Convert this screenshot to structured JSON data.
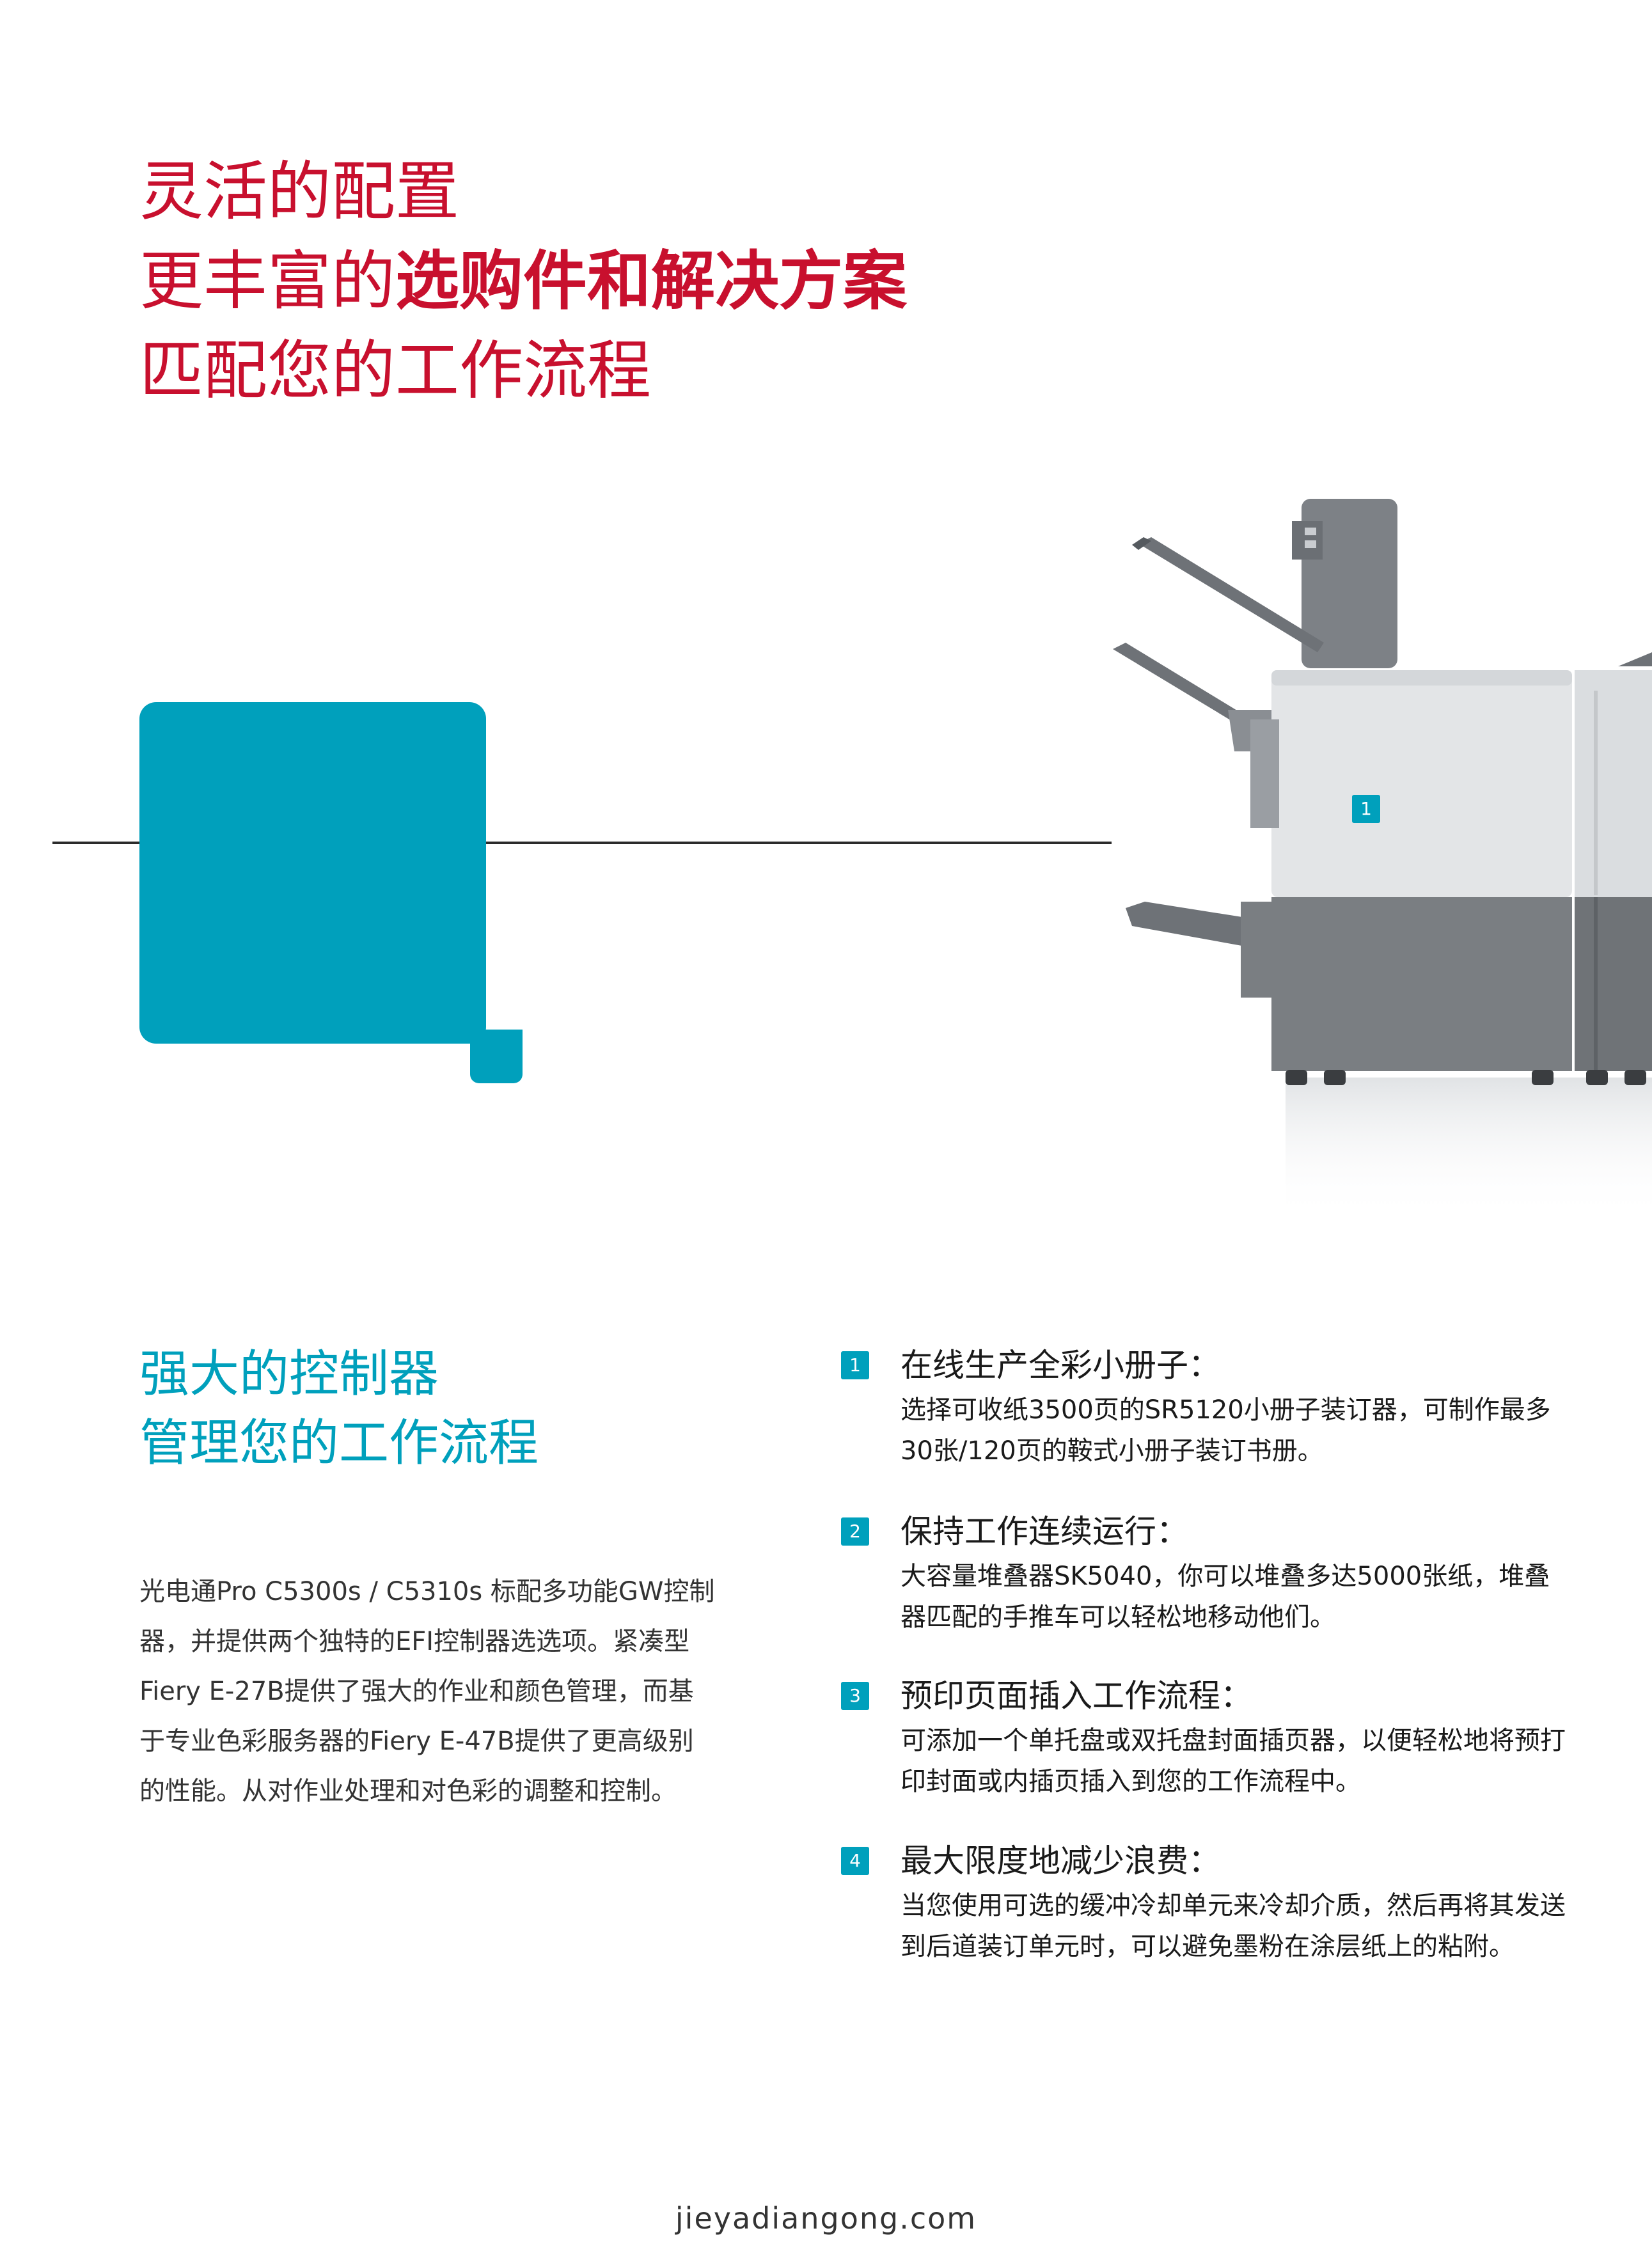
{
  "headline": {
    "line1": "灵活的配置",
    "line2_regular": "更丰富的",
    "line2_bold": "选购件和解决方案",
    "line3": "匹配您的工作流程"
  },
  "machine_callout": "1",
  "controller": {
    "title_line1": "强大的控制器",
    "title_line2": "管理您的工作流程",
    "body": "光电通Pro C5300s / C5310s 标配多功能GW控制器，并提供两个独特的EFI控制器选选项。紧凑型Fiery E-27B提供了强大的作业和颜色管理，而基于专业色彩服务器的Fiery E-47B提供了更高级别的性能。从对作业处理和对色彩的调整和控制。"
  },
  "features": [
    {
      "number": "1",
      "title": "在线生产全彩小册子：",
      "description": "选择可收纸3500页的SR5120小册子装订器，可制作最多30张/120页的鞍式小册子装订书册。"
    },
    {
      "number": "2",
      "title": "保持工作连续运行：",
      "description": "大容量堆叠器SK5040，你可以堆叠多达5000张纸，堆叠器匹配的手推车可以轻松地移动他们。"
    },
    {
      "number": "3",
      "title": "预印页面插入工作流程：",
      "description": "可添加一个单托盘或双托盘封面插页器，以便轻松地将预打印封面或内插页插入到您的工作流程中。"
    },
    {
      "number": "4",
      "title": "最大限度地减少浪费：",
      "description": "当您使用可选的缓冲冷却单元来冷却介质，然后再将其发送到后道装订单元时，可以避免墨粉在涂层纸上的粘附。"
    }
  ],
  "footer": "jieyadiangong.com",
  "colors": {
    "headline_red": "#c8102e",
    "accent_teal": "#00a0bc",
    "machine_light": "#e3e5e7",
    "machine_dark": "#7a7e82"
  }
}
